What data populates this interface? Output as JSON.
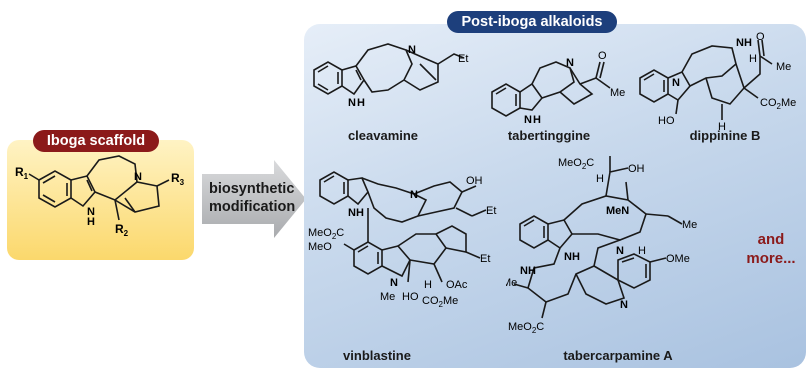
{
  "scaffold": {
    "title": "Iboga scaffold",
    "labels": {
      "r1": "R",
      "r1_sub": "1",
      "r2": "R",
      "r2_sub": "2",
      "r3": "R",
      "r3_sub": "3",
      "nh": "N",
      "nh_h": "H",
      "n": "N"
    }
  },
  "arrow": {
    "line1": "biosynthetic",
    "line2": "modification"
  },
  "panel": {
    "title": "Post-iboga alkaloids"
  },
  "compounds": [
    {
      "name": "cleavamine"
    },
    {
      "name": "tabertinggine"
    },
    {
      "name": "dippinine B"
    },
    {
      "name": "vinblastine"
    },
    {
      "name": "tabercarpamine A"
    }
  ],
  "more": {
    "line1": "and",
    "line2": "more..."
  },
  "atoms": {
    "cleavamine": [
      "N",
      "Et",
      "N",
      "H"
    ],
    "tabertinggine": [
      "N",
      "N",
      "H",
      "O",
      "Me"
    ],
    "dippinine": [
      "N",
      "NH",
      "H",
      "O",
      "Me",
      "CO",
      "2",
      "Me",
      "HO",
      "H"
    ],
    "vinblastine": [
      "N",
      "H",
      "N",
      "OH",
      "Et",
      "MeO",
      "2",
      "C",
      "MeO",
      "N",
      "Me",
      "HO",
      "H",
      "OAc",
      "CO",
      "2",
      "Me",
      "Et"
    ],
    "tabercarpamine": [
      "MeO",
      "2",
      "C",
      "OH",
      "H",
      "MeN",
      "N",
      "H",
      "Me",
      "H",
      "N",
      "NH",
      "Me",
      "N",
      "OMe",
      "MeO",
      "2",
      "C"
    ]
  }
}
